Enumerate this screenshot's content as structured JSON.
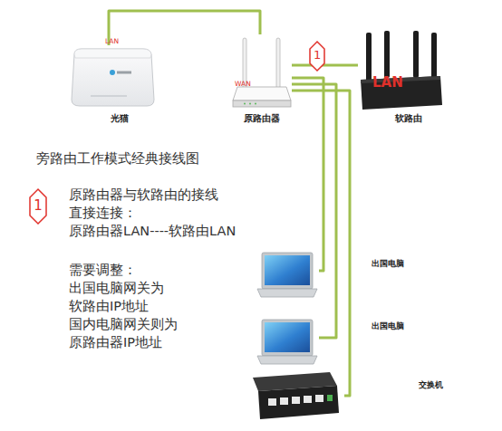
{
  "diagram": {
    "title": "旁路由工作模式经典接线图",
    "nodes": [
      {
        "text": [
          "光猫"
        ]
      },
      {
        "text": [
          "原路由器"
        ]
      },
      {
        "text": [
          "软路由"
        ]
      },
      {
        "text": [
          "出国电脑"
        ]
      },
      {
        "text": [
          "出国电脑"
        ]
      },
      {
        "text": [
          "交换机"
        ]
      }
    ],
    "edges": [
      {
        "from": 0,
        "to": 1,
        "arrow": "none"
      },
      {
        "from": 1,
        "to": 2,
        "arrow": "none"
      },
      {
        "from": 1,
        "to": 3,
        "arrow": "none"
      },
      {
        "from": 1,
        "to": 4,
        "arrow": "none"
      },
      {
        "from": 1,
        "to": 5,
        "arrow": "none"
      }
    ],
    "labels": [
      "LAN",
      "WAN",
      "LAN",
      "1",
      "1",
      "原路由器与软路由的接线",
      "直接连接：",
      "原路由器LAN----软路由LAN",
      "需要调整：",
      "出国电脑网关为",
      "软路由IP地址",
      "国内电脑网关则为",
      "原路由器IP地址"
    ]
  }
}
